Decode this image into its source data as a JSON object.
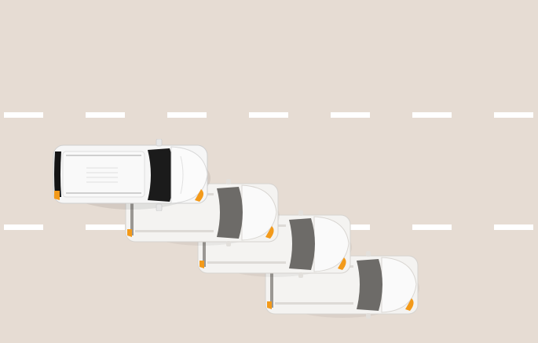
{
  "scene": {
    "background_color": "#e6dcd3",
    "lane_marking_color": "#ffffff",
    "lane_count_visible": 2,
    "vehicle": {
      "type": "suv",
      "direction": "right",
      "maneuver": "lane-change-right",
      "body_color": "#f2f2f2",
      "glass_color_primary": "#1b1b1b",
      "glass_color_ghost": "#6d6b68",
      "indicator_color": "#f39a1a",
      "ghost_trail_count": 3
    }
  }
}
